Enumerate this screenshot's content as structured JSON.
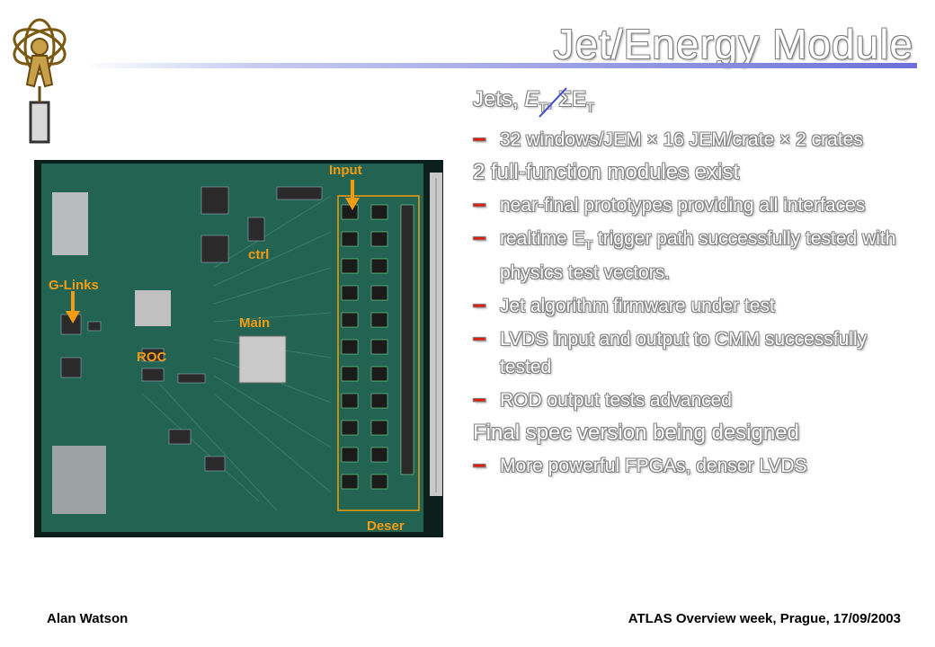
{
  "slide": {
    "title": "Jet/Energy Module",
    "bullets": {
      "jets_prefix": "Jets, ",
      "et_symbol": "E",
      "et_sub": "T",
      "sum_et_symbol": ", ΣE",
      "sum_et_sub": "T",
      "windows": "32 windows/JEM × 16 JEM/crate × 2 crates",
      "modules_exist": "2 full-function modules exist",
      "near_final": "near-final prototypes providing all interfaces",
      "realtime_pre": "realtime E",
      "realtime_sub": "T",
      "realtime_post": " trigger path successfully tested with physics test vectors.",
      "jet_algo": "Jet algorithm firmware under test",
      "lvds": "LVDS input and output to CMM successfully tested",
      "rod": "ROD output tests advanced",
      "final_spec": "Final spec version being designed",
      "fpgas": "More powerful FPGAs, denser LVDS"
    },
    "photo_labels": {
      "input": "Input",
      "ctrl": "ctrl",
      "glinks": "G-Links",
      "main": "Main",
      "roc": "ROC",
      "deser": "Deser"
    },
    "footer": {
      "author": "Alan Watson",
      "event": "ATLAS Overview week, Prague, 17/09/2003"
    },
    "colors": {
      "dash": "#e21c0c",
      "photo_label": "#f39c12",
      "board": "#1f5a4a",
      "title_rule": "#6b71d8"
    }
  }
}
